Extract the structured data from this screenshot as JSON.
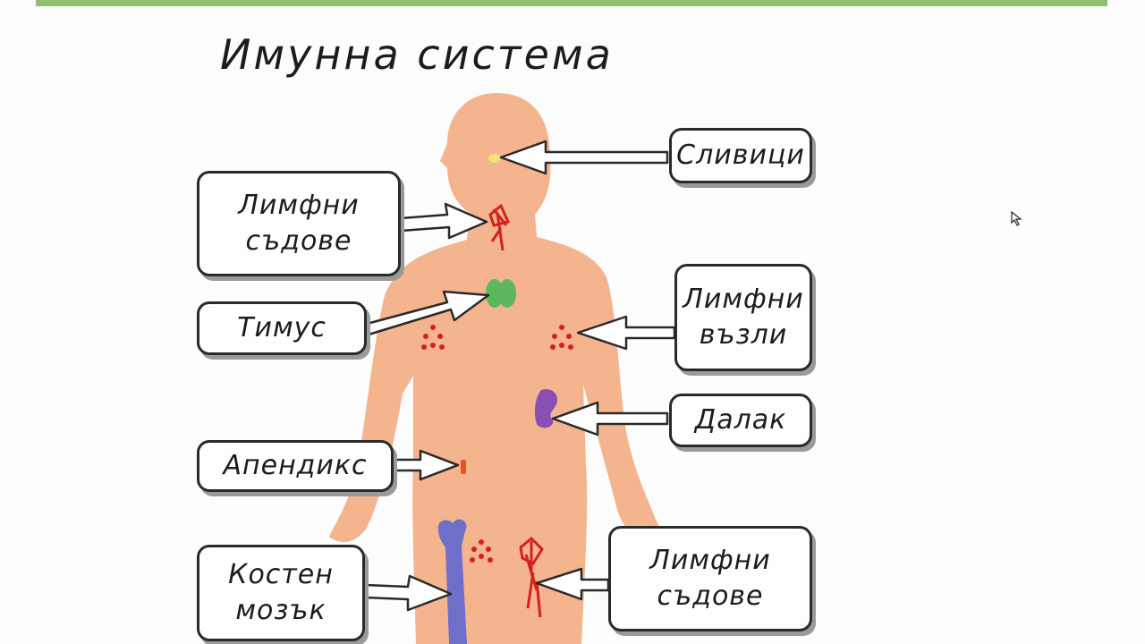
{
  "title": "Имунна система",
  "labels": {
    "tonsils": "Сливици",
    "lymph_vessels_upper": [
      "Лимфни",
      "съдове"
    ],
    "thymus": "Тимус",
    "lymph_nodes": [
      "Лимфни",
      "възли"
    ],
    "spleen": "Далак",
    "appendix": "Апендикс",
    "bone_marrow": [
      "Костен",
      "мозък"
    ],
    "lymph_vessels_lower": [
      "Лимфни",
      "съдове"
    ]
  },
  "colors": {
    "skin": "#f4b48e",
    "tonsils": "#f3e27a",
    "thymus": "#5cb85c",
    "lymph": "#d62020",
    "spleen": "#8a4fb5",
    "appendix": "#e8541e",
    "bone": "#6f6fc9",
    "accent_bar": "#8fbf6f"
  }
}
